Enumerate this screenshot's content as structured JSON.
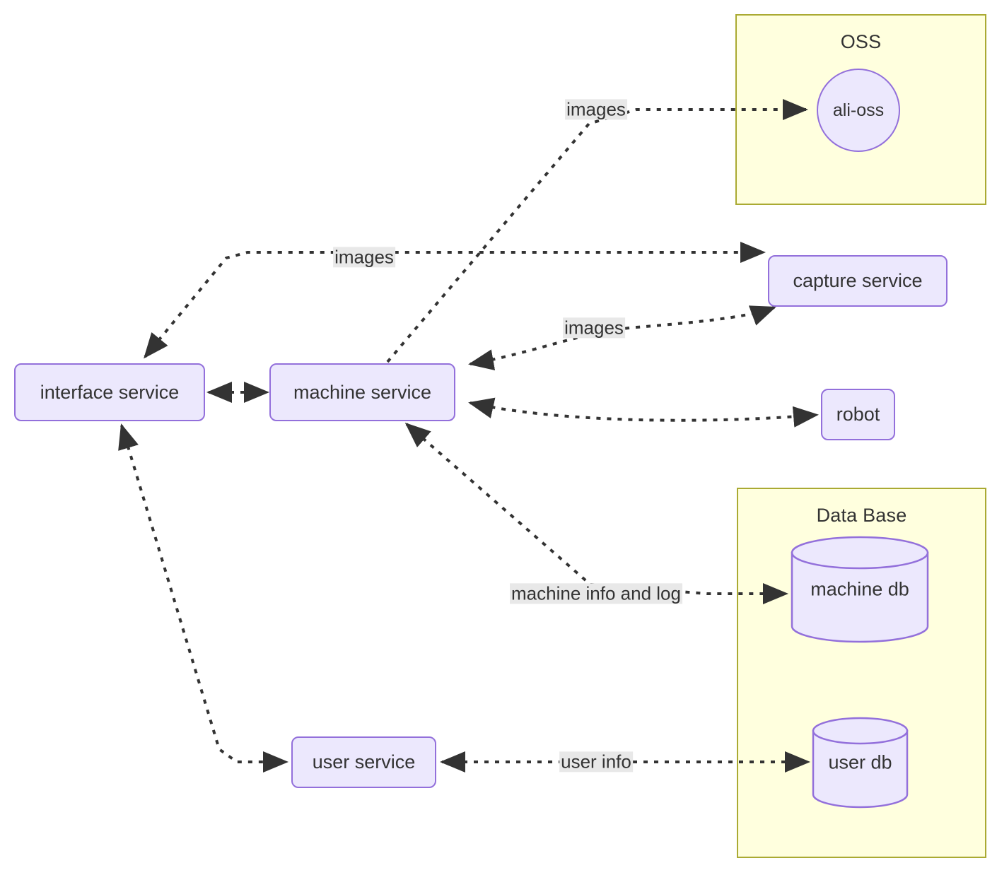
{
  "diagram": {
    "type": "flowchart",
    "background": "#ffffff",
    "node_fill": "#ece8fd",
    "node_stroke": "#9370db",
    "subgraph_fill": "#ffffde",
    "subgraph_stroke": "#aaaa33",
    "edge_color": "#333333",
    "edge_label_bg": "#e8e8e8",
    "subgraphs": [
      {
        "id": "oss",
        "title": "OSS"
      },
      {
        "id": "database",
        "title": "Data Base"
      }
    ],
    "nodes": [
      {
        "id": "interface-service",
        "label": "interface service",
        "shape": "rounded-rect"
      },
      {
        "id": "machine-service",
        "label": "machine service",
        "shape": "rounded-rect"
      },
      {
        "id": "capture-service",
        "label": "capture service",
        "shape": "rounded-rect"
      },
      {
        "id": "robot",
        "label": "robot",
        "shape": "rounded-rect"
      },
      {
        "id": "user-service",
        "label": "user service",
        "shape": "rounded-rect"
      },
      {
        "id": "ali-oss",
        "label": "ali-oss",
        "shape": "circle"
      },
      {
        "id": "machine-db",
        "label": "machine db",
        "shape": "cylinder"
      },
      {
        "id": "user-db",
        "label": "user db",
        "shape": "cylinder"
      }
    ],
    "edges": [
      {
        "id": "e-machine-aliosss",
        "from": "machine-service",
        "to": "ali-oss",
        "label": "images",
        "style": "dotted",
        "direction": "forward"
      },
      {
        "id": "e-interface-capture",
        "from": "interface-service",
        "to": "capture-service",
        "label": "images",
        "style": "dotted",
        "direction": "both"
      },
      {
        "id": "e-machine-capture",
        "from": "machine-service",
        "to": "capture-service",
        "label": "images",
        "style": "dotted",
        "direction": "both"
      },
      {
        "id": "e-interface-machine",
        "from": "interface-service",
        "to": "machine-service",
        "label": "",
        "style": "dotted",
        "direction": "both"
      },
      {
        "id": "e-machine-robot",
        "from": "machine-service",
        "to": "robot",
        "label": "",
        "style": "dotted",
        "direction": "both"
      },
      {
        "id": "e-machine-machinedb",
        "from": "machine-service",
        "to": "machine-db",
        "label": "machine info and log",
        "style": "dotted",
        "direction": "both"
      },
      {
        "id": "e-interface-userservice",
        "from": "interface-service",
        "to": "user-service",
        "label": "",
        "style": "dotted",
        "direction": "both"
      },
      {
        "id": "e-userservice-userdb",
        "from": "user-service",
        "to": "user-db",
        "label": "user info",
        "style": "dotted",
        "direction": "both"
      }
    ],
    "edge_labels": {
      "images_top": "images",
      "images_mid": "images",
      "images_capture": "images",
      "machine_info": "machine info and log",
      "user_info": "user info"
    }
  }
}
